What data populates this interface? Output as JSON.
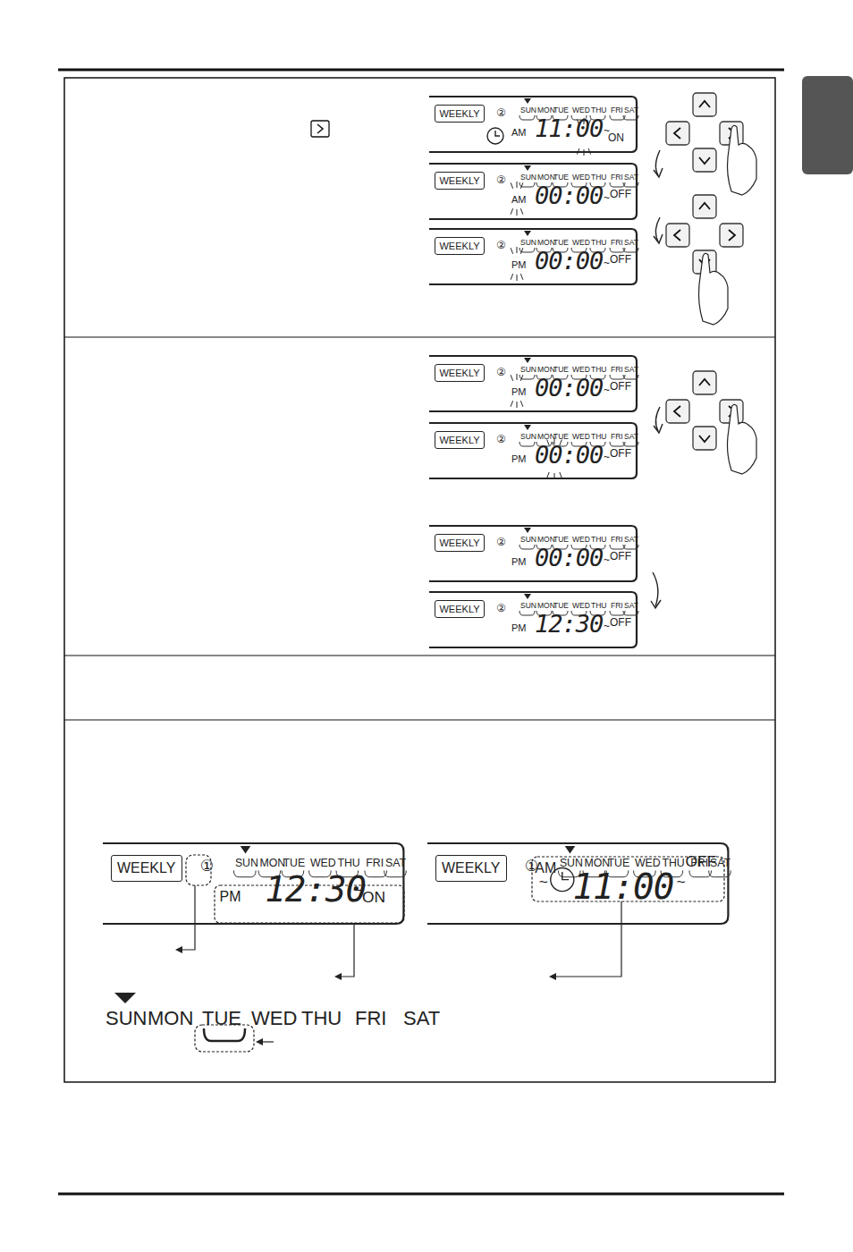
{
  "diagram": {
    "nodes": [
      {
        "text": [
          "WEEKLY"
        ]
      },
      {
        "text": [
          "WEEKLY"
        ]
      },
      {
        "text": [
          "WEEKLY"
        ]
      },
      {
        "text": [
          "WEEKLY"
        ]
      },
      {
        "text": [
          "WEEKLY"
        ]
      },
      {
        "text": [
          "WEEKLY"
        ]
      },
      {
        "text": [
          "WEEKLY"
        ]
      },
      {
        "text": [
          "WEEKLY"
        ]
      },
      {
        "text": [
          "WEEKLY"
        ]
      }
    ],
    "labels": [
      "②",
      "SUN",
      "MON",
      "TUE",
      "WED",
      "THU",
      "FRI",
      "SAT",
      "AM",
      "11:00",
      "~",
      "ON",
      "②",
      "SUN",
      "MON",
      "TUE",
      "WED",
      "THU",
      "FRI",
      "SAT",
      "AM",
      "00:00",
      "~",
      "OFF",
      "②",
      "SUN",
      "MON",
      "TUE",
      "WED",
      "THU",
      "FRI",
      "SAT",
      "PM",
      "00:00",
      "~",
      "OFF",
      "②",
      "SUN",
      "MON",
      "TUE",
      "WED",
      "THU",
      "FRI",
      "SAT",
      "PM",
      "00:00",
      "~",
      "OFF",
      "②",
      "SUN",
      "MON",
      "TUE",
      "WED",
      "THU",
      "FRI",
      "SAT",
      "PM",
      "00:00",
      "~",
      "OFF",
      "②",
      "SUN",
      "MON",
      "TUE",
      "WED",
      "THU",
      "FRI",
      "SAT",
      "PM",
      "00:00",
      "~",
      "OFF",
      "②",
      "SUN",
      "MON",
      "TUE",
      "WED",
      "THU",
      "FRI",
      "SAT",
      "PM",
      "12:30",
      "~",
      "OFF",
      "①",
      "SUN",
      "MON",
      "TUE",
      "WED",
      "THU",
      "FRI",
      "SAT",
      "PM",
      "12:30",
      "~",
      "ON",
      "①",
      "SUN",
      "MON",
      "TUE",
      "WED",
      "THU",
      "FRI",
      "SAT",
      "AM",
      "~",
      "11:00",
      "~",
      "OFF",
      "SUN",
      "MON",
      "TUE",
      "WED",
      "THU",
      "FRI",
      "SAT"
    ]
  }
}
